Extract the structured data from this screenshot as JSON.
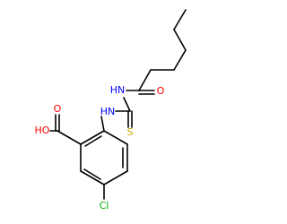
{
  "molecule": {
    "atoms": {
      "hn_amide": {
        "text": "HN",
        "color": "#0000ff"
      },
      "o_amide": {
        "text": "O",
        "color": "#ff0000"
      },
      "hn_thio": {
        "text": "HN",
        "color": "#0000ff"
      },
      "s_thio": {
        "text": "S",
        "color": "#c8a800"
      },
      "ho_acid": {
        "text": "HO",
        "color": "#ff0000"
      },
      "o_acid": {
        "text": "O",
        "color": "#ff0000"
      },
      "cl": {
        "text": "Cl",
        "color": "#00aa00"
      }
    }
  }
}
